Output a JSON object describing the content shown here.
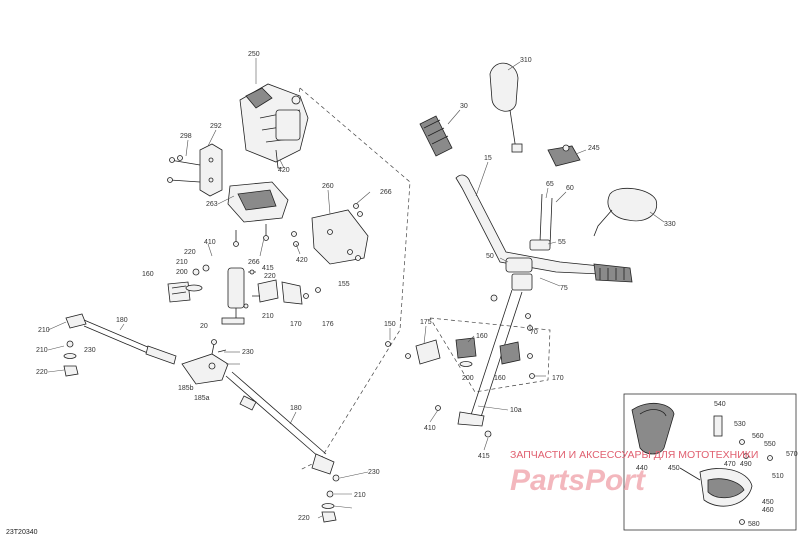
{
  "diagram_code": "23T20340",
  "watermark": {
    "text": "ЗАПЧАСТИ И АКСЕССУАРЫ ДЛЯ МОТОТЕХНИКИ",
    "logo": "PartsPort"
  },
  "labels": [
    {
      "id": "250",
      "text": "250"
    },
    {
      "id": "292",
      "text": "292"
    },
    {
      "id": "298",
      "text": "298"
    },
    {
      "id": "263",
      "text": "263"
    },
    {
      "id": "420a",
      "text": "420"
    },
    {
      "id": "420b",
      "text": "420"
    },
    {
      "id": "260",
      "text": "260"
    },
    {
      "id": "266a",
      "text": "266"
    },
    {
      "id": "266b",
      "text": "266"
    },
    {
      "id": "410a",
      "text": "410"
    },
    {
      "id": "220a",
      "text": "220"
    },
    {
      "id": "210a",
      "text": "210"
    },
    {
      "id": "200",
      "text": "200"
    },
    {
      "id": "160a",
      "text": "160"
    },
    {
      "id": "415",
      "text": "415"
    },
    {
      "id": "220b",
      "text": "220"
    },
    {
      "id": "170a",
      "text": "170"
    },
    {
      "id": "176",
      "text": "176"
    },
    {
      "id": "155",
      "text": "155"
    },
    {
      "id": "210b",
      "text": "210"
    },
    {
      "id": "20",
      "text": "20"
    },
    {
      "id": "180a",
      "text": "180"
    },
    {
      "id": "210c",
      "text": "210"
    },
    {
      "id": "210d",
      "text": "210"
    },
    {
      "id": "230a",
      "text": "230"
    },
    {
      "id": "220c",
      "text": "220"
    },
    {
      "id": "230b",
      "text": "230"
    },
    {
      "id": "185b",
      "text": "185b"
    },
    {
      "id": "185a",
      "text": "185a"
    },
    {
      "id": "180b",
      "text": "180"
    },
    {
      "id": "230c",
      "text": "230"
    },
    {
      "id": "210e",
      "text": "210"
    },
    {
      "id": "220d",
      "text": "220"
    },
    {
      "id": "310",
      "text": "310"
    },
    {
      "id": "30",
      "text": "30"
    },
    {
      "id": "15",
      "text": "15"
    },
    {
      "id": "245",
      "text": "245"
    },
    {
      "id": "65",
      "text": "65"
    },
    {
      "id": "60",
      "text": "60"
    },
    {
      "id": "330",
      "text": "330"
    },
    {
      "id": "55",
      "text": "55"
    },
    {
      "id": "50",
      "text": "50"
    },
    {
      "id": "75",
      "text": "75"
    },
    {
      "id": "70",
      "text": "70"
    },
    {
      "id": "150",
      "text": "150"
    },
    {
      "id": "175",
      "text": "175"
    },
    {
      "id": "160b",
      "text": "160"
    },
    {
      "id": "160c",
      "text": "160"
    },
    {
      "id": "200b",
      "text": "200"
    },
    {
      "id": "170b",
      "text": "170"
    },
    {
      "id": "10a",
      "text": "10a"
    },
    {
      "id": "410b",
      "text": "410"
    },
    {
      "id": "415b",
      "text": "415"
    },
    {
      "id": "540",
      "text": "540"
    },
    {
      "id": "530",
      "text": "530"
    },
    {
      "id": "560",
      "text": "560"
    },
    {
      "id": "550",
      "text": "550"
    },
    {
      "id": "570",
      "text": "570"
    },
    {
      "id": "440",
      "text": "440"
    },
    {
      "id": "450a",
      "text": "450"
    },
    {
      "id": "470",
      "text": "470"
    },
    {
      "id": "490",
      "text": "490"
    },
    {
      "id": "510",
      "text": "510"
    },
    {
      "id": "450b",
      "text": "450"
    },
    {
      "id": "460",
      "text": "460"
    },
    {
      "id": "580",
      "text": "580"
    }
  ]
}
